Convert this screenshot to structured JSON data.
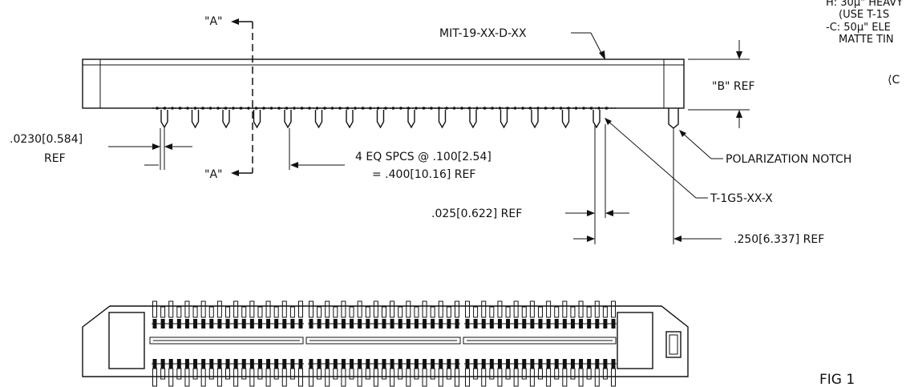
{
  "labels": {
    "section_a_top": "\"A\"",
    "section_a_bottom": "\"A\"",
    "part_number": "MIT-19-XX-D-XX",
    "b_ref": "\"B\" REF",
    "pin_width_line1": ".0230[0.584]",
    "pin_width_line2": "REF",
    "spacing_line1": "4 EQ SPCS @ .100[2.54]",
    "spacing_line2": "= .400[10.16] REF",
    "polarization": "POLARIZATION NOTCH",
    "terminal": "T-1G5-XX-X",
    "dim_025": ".025[0.622] REF",
    "dim_250": ".250[6.337] REF",
    "notes_line1": "H: 30µ\" HEAVY",
    "notes_line2": "(USE T-1S",
    "notes_line3": "-C: 50µ\" ELE",
    "notes_line4": "MATTE TIN",
    "note_symbol": "⟨C",
    "fig": "FIG 1"
  }
}
